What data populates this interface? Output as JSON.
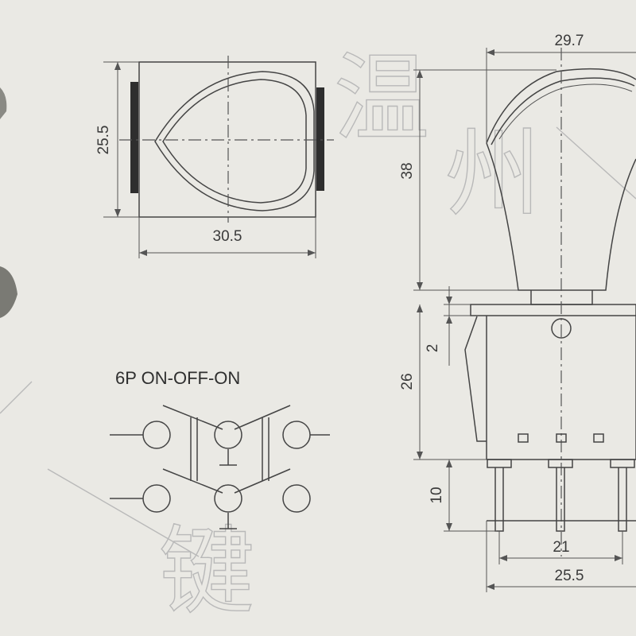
{
  "top_view": {
    "height_dim": "25.5",
    "width_dim": "30.5"
  },
  "side_view": {
    "top_width_dim": "29.7",
    "lever_height_dim": "38",
    "body_offset_dim": "2",
    "body_height_dim": "26",
    "terminal_length_dim": "10",
    "terminal_span_dim": "21",
    "body_width_dim": "25.5"
  },
  "schematic": {
    "title": "6P  ON-OFF-ON"
  },
  "watermark": {
    "chars": [
      "温",
      "州",
      "键"
    ]
  },
  "colors": {
    "background": "#eae9e4",
    "line": "#444444",
    "watermark": "#b9b9b9"
  }
}
